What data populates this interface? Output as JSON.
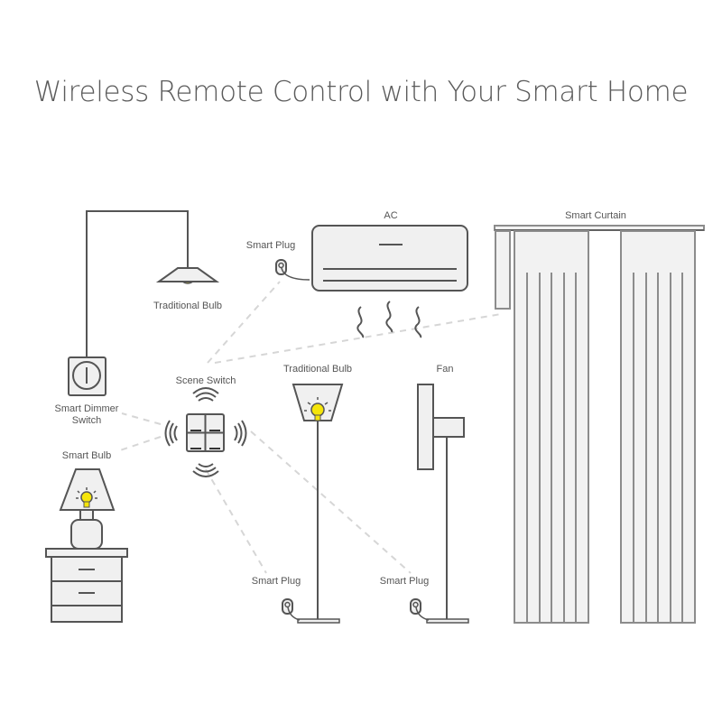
{
  "title": "Wireless Remote Control with Your Smart Home",
  "labels": {
    "traditional_bulb_ceiling": "Traditional Bulb",
    "smart_plug_ac": "Smart Plug",
    "ac": "AC",
    "smart_curtain": "Smart Curtain",
    "smart_dimmer_line1": "Smart Dimmer",
    "smart_dimmer_line2": "Switch",
    "scene_switch": "Scene Switch",
    "traditional_bulb_floor": "Traditional Bulb",
    "fan": "Fan",
    "smart_bulb": "Smart Bulb",
    "smart_plug_floor_lamp": "Smart Plug",
    "smart_plug_fan": "Smart Plug"
  },
  "colors": {
    "line": "#555555",
    "dashed_link": "#d6d6d6",
    "fill": "#f0f0f0",
    "bulb_yellow": "#f5e50a",
    "text": "#555555"
  },
  "icons": [
    "pendant-lamp-icon",
    "air-conditioner-icon",
    "smart-plug-icon",
    "curtain-icon",
    "dimmer-switch-icon",
    "scene-switch-icon",
    "wireless-signal-icon",
    "floor-lamp-icon",
    "fan-icon",
    "table-lamp-icon",
    "nightstand-icon"
  ]
}
